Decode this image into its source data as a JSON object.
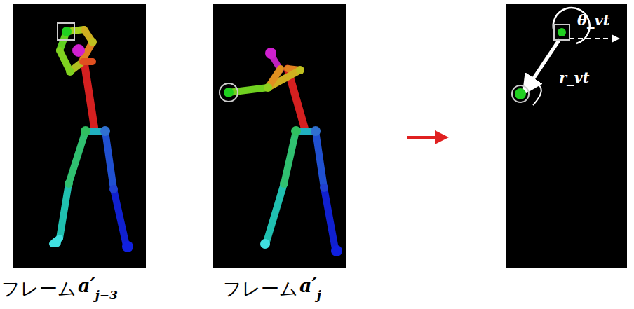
{
  "diagram": {
    "labels": [
      "フレーム",
      "a′",
      "j−3",
      "フレーム",
      "a′",
      "j",
      "θ_vt",
      "r_vt"
    ]
  }
}
